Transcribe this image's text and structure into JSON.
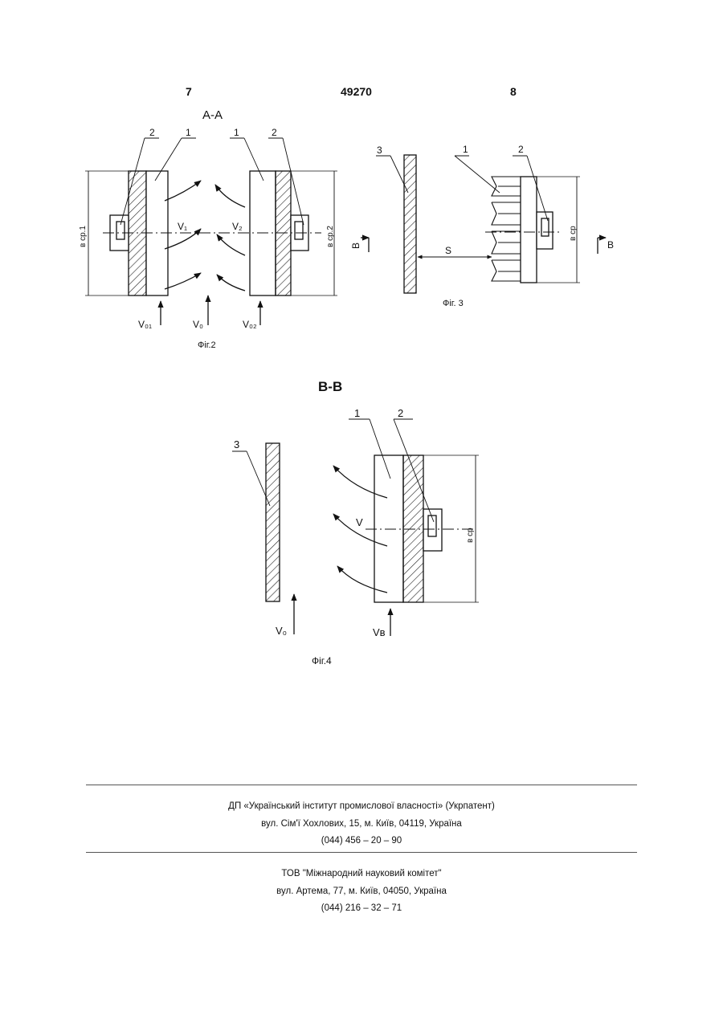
{
  "header": {
    "page_left": "7",
    "patent_number": "49270",
    "page_right": "8"
  },
  "figure2": {
    "section_title": "А-А",
    "caption": "Фіг.2",
    "label_1_left": "1",
    "label_2_left": "2",
    "label_1_right": "1",
    "label_2_right": "2",
    "v1": "V₁",
    "v2": "V₂",
    "v01": "V₀₁",
    "v0": "V₀",
    "v02": "V₀₂",
    "dim_left": "в ср.1",
    "dim_right": "в ср.2",
    "section_mark": "В"
  },
  "figure3": {
    "caption": "Фіг. 3",
    "label_3": "3",
    "label_1": "1",
    "label_2": "2",
    "gap_label": "S",
    "dim": "в ср",
    "section_mark": "В"
  },
  "figure4": {
    "section_title": "В-В",
    "caption": "Фіг.4",
    "label_3": "3",
    "label_1": "1",
    "label_2": "2",
    "v": "V",
    "v0": "V₀",
    "vb": "Vв",
    "dim": "в ср"
  },
  "footer": {
    "org1_name": "ДП «Український інститут промислової власності» (Укрпатент)",
    "org1_address": "вул. Сім'ї Хохлових, 15, м. Київ, 04119, Україна",
    "org1_phone": "(044) 456 – 20 – 90",
    "org2_name": "ТОВ \"Міжнародний науковий комітет\"",
    "org2_address": "вул. Артема, 77, м. Київ, 04050, Україна",
    "org2_phone": "(044) 216 – 32 – 71"
  }
}
